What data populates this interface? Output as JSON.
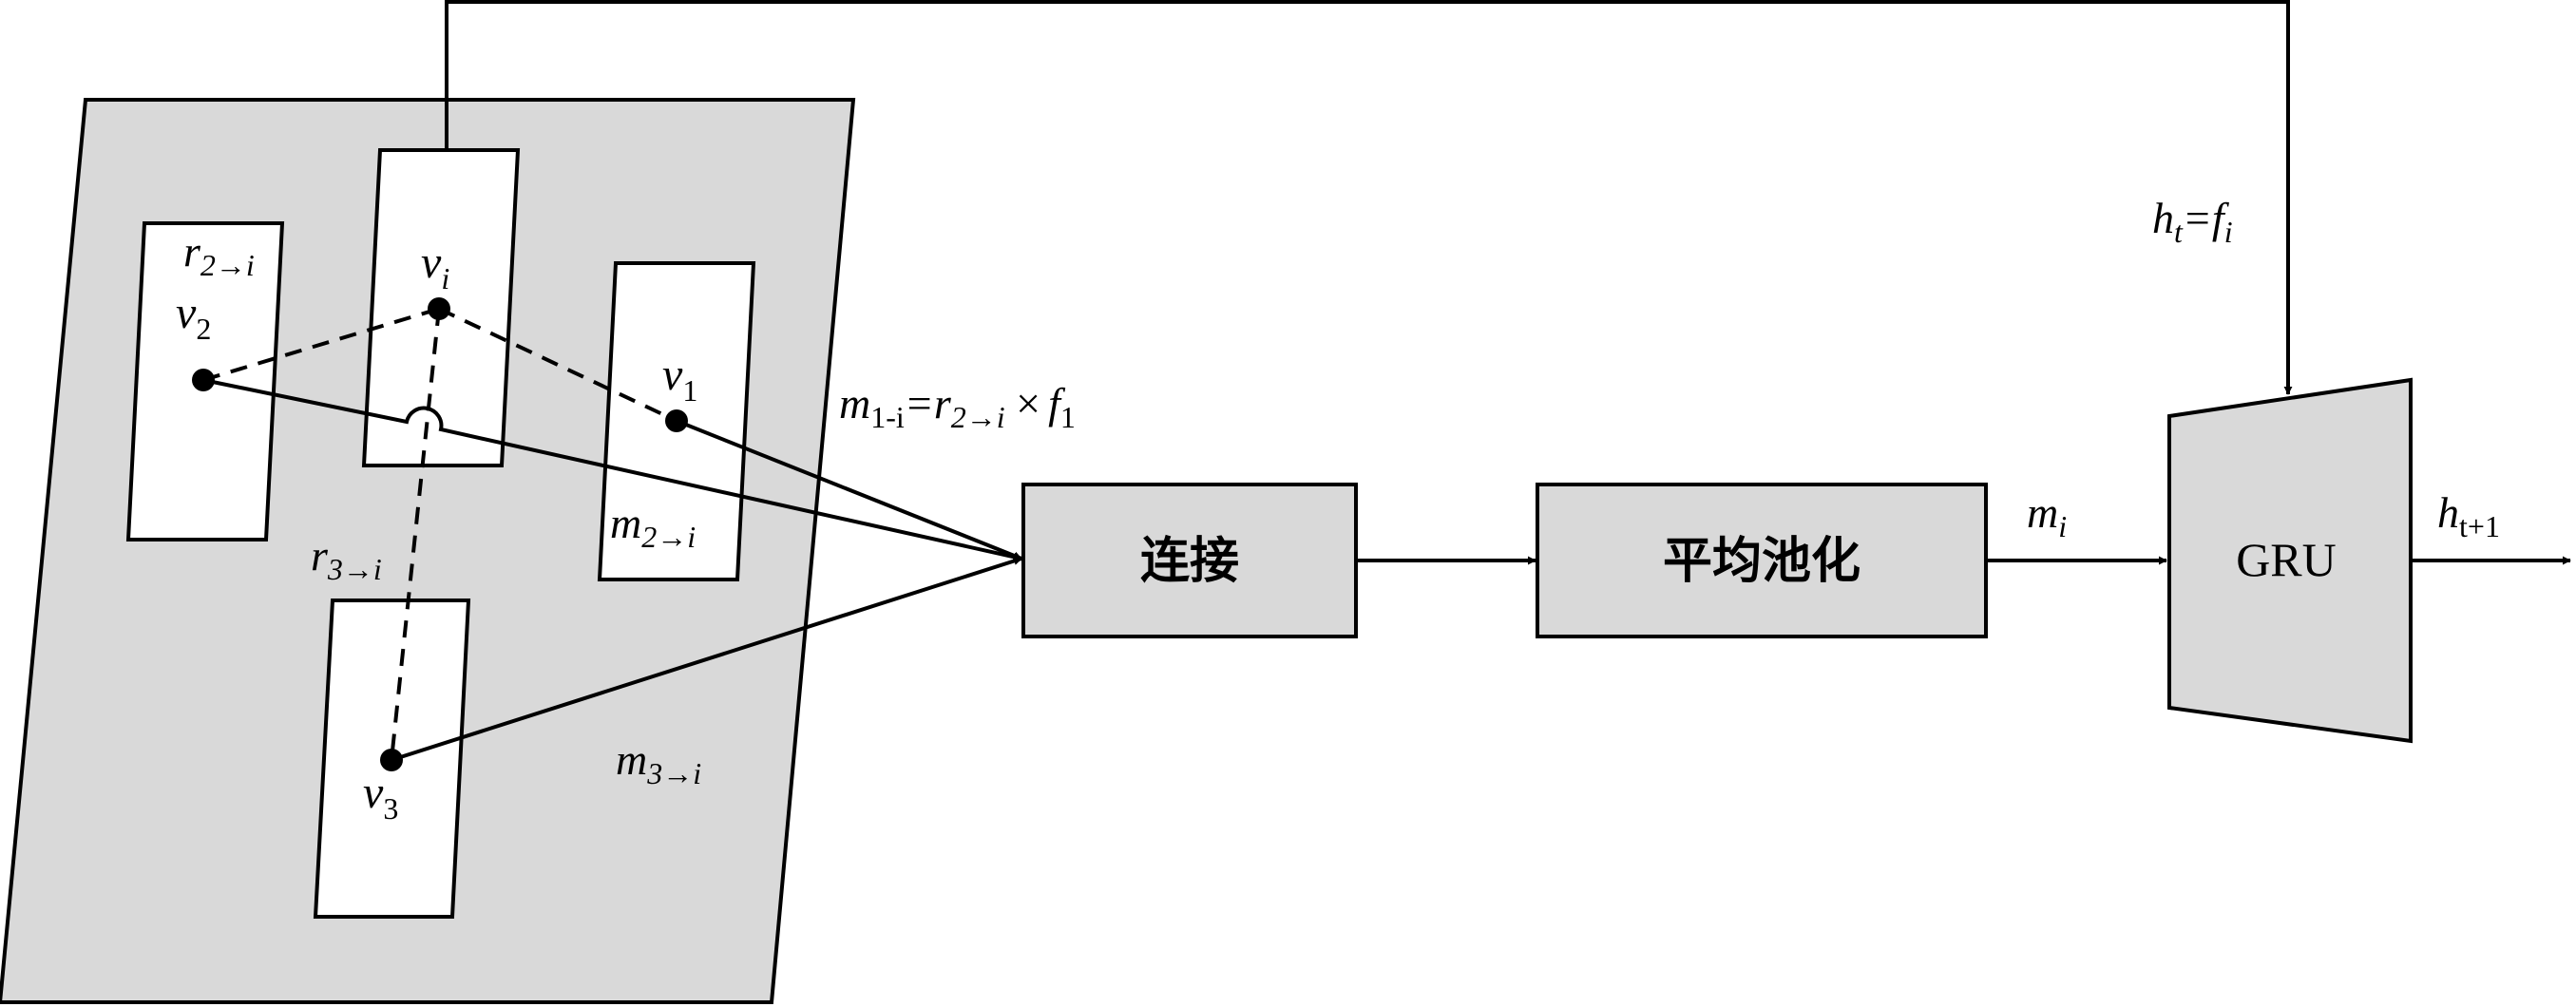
{
  "labels": {
    "node_i": "v",
    "node_i_sub": "i",
    "node_1": "v",
    "node_1_sub": "1",
    "node_2": "v",
    "node_2_sub": "2",
    "node_3": "v",
    "node_3_sub": "3",
    "r2i": "r",
    "r2i_sub": "2→i",
    "r3i": "r",
    "r3i_sub": "3→i",
    "m2i": "m",
    "m2i_sub": "2→i",
    "m3i": "m",
    "m3i_sub": "3→i",
    "m1i_formula_m": "m",
    "m1i_formula_msub": "1-i",
    "m1i_formula_eq": "=r",
    "m1i_formula_rsub": "2→i",
    "m1i_formula_times": " ×",
    "m1i_formula_f": "f",
    "m1i_formula_fsub": "1",
    "ht_h": "h",
    "ht_hsub": "t",
    "ht_eq": "=f",
    "ht_fsub": "i",
    "mi": "m",
    "mi_sub": "i",
    "ht1": "h",
    "ht1_sub": "t+1"
  },
  "boxes": {
    "concat": "连接",
    "avgpool": "平均池化",
    "gru": "GRU"
  },
  "colors": {
    "panel_fill": "#d9d9d9",
    "box_fill": "#d9d9d9",
    "stroke": "#000000"
  }
}
